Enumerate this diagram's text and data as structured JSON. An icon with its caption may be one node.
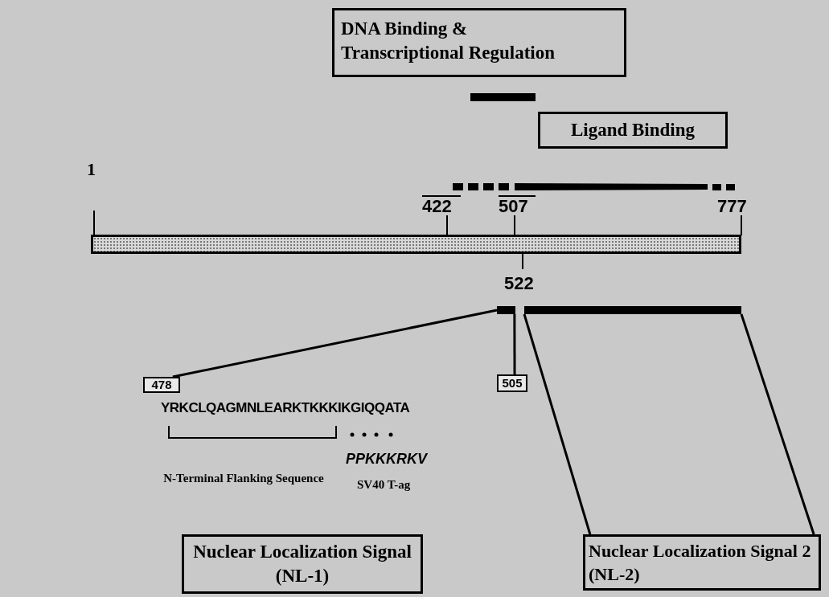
{
  "diagram": {
    "nodes": [
      {
        "text": [
          "DNA Binding & Transcriptional Regulation"
        ]
      },
      {
        "text": [
          "Ligand Binding"
        ]
      },
      {
        "text": [],
        "shape": "bar"
      },
      {
        "text": [],
        "shape": "bar"
      },
      {
        "text": [],
        "shape": "bar"
      },
      {
        "text": [
          "478"
        ]
      },
      {
        "text": [
          "505"
        ]
      },
      {
        "text": [
          "Nuclear Localization Signal (NL-1)"
        ]
      },
      {
        "text": [
          "Nuclear Localization Signal 2 (NL-2)"
        ]
      }
    ],
    "edges": [
      {
        "from": 3,
        "to": 5,
        "arrow": "none"
      },
      {
        "from": 3,
        "to": 6,
        "arrow": "none"
      },
      {
        "from": 4,
        "to": 8,
        "arrow": "none"
      },
      {
        "from": 4,
        "to": 8,
        "arrow": "none"
      }
    ],
    "labels": [
      "1",
      "422",
      "507",
      "777",
      "522",
      "YRKCLQAGMNLEARKTKKKIKGIQQATA",
      "PPKKKRKV",
      "N-Terminal Flanking Sequence",
      "SV40 T-ag"
    ]
  }
}
